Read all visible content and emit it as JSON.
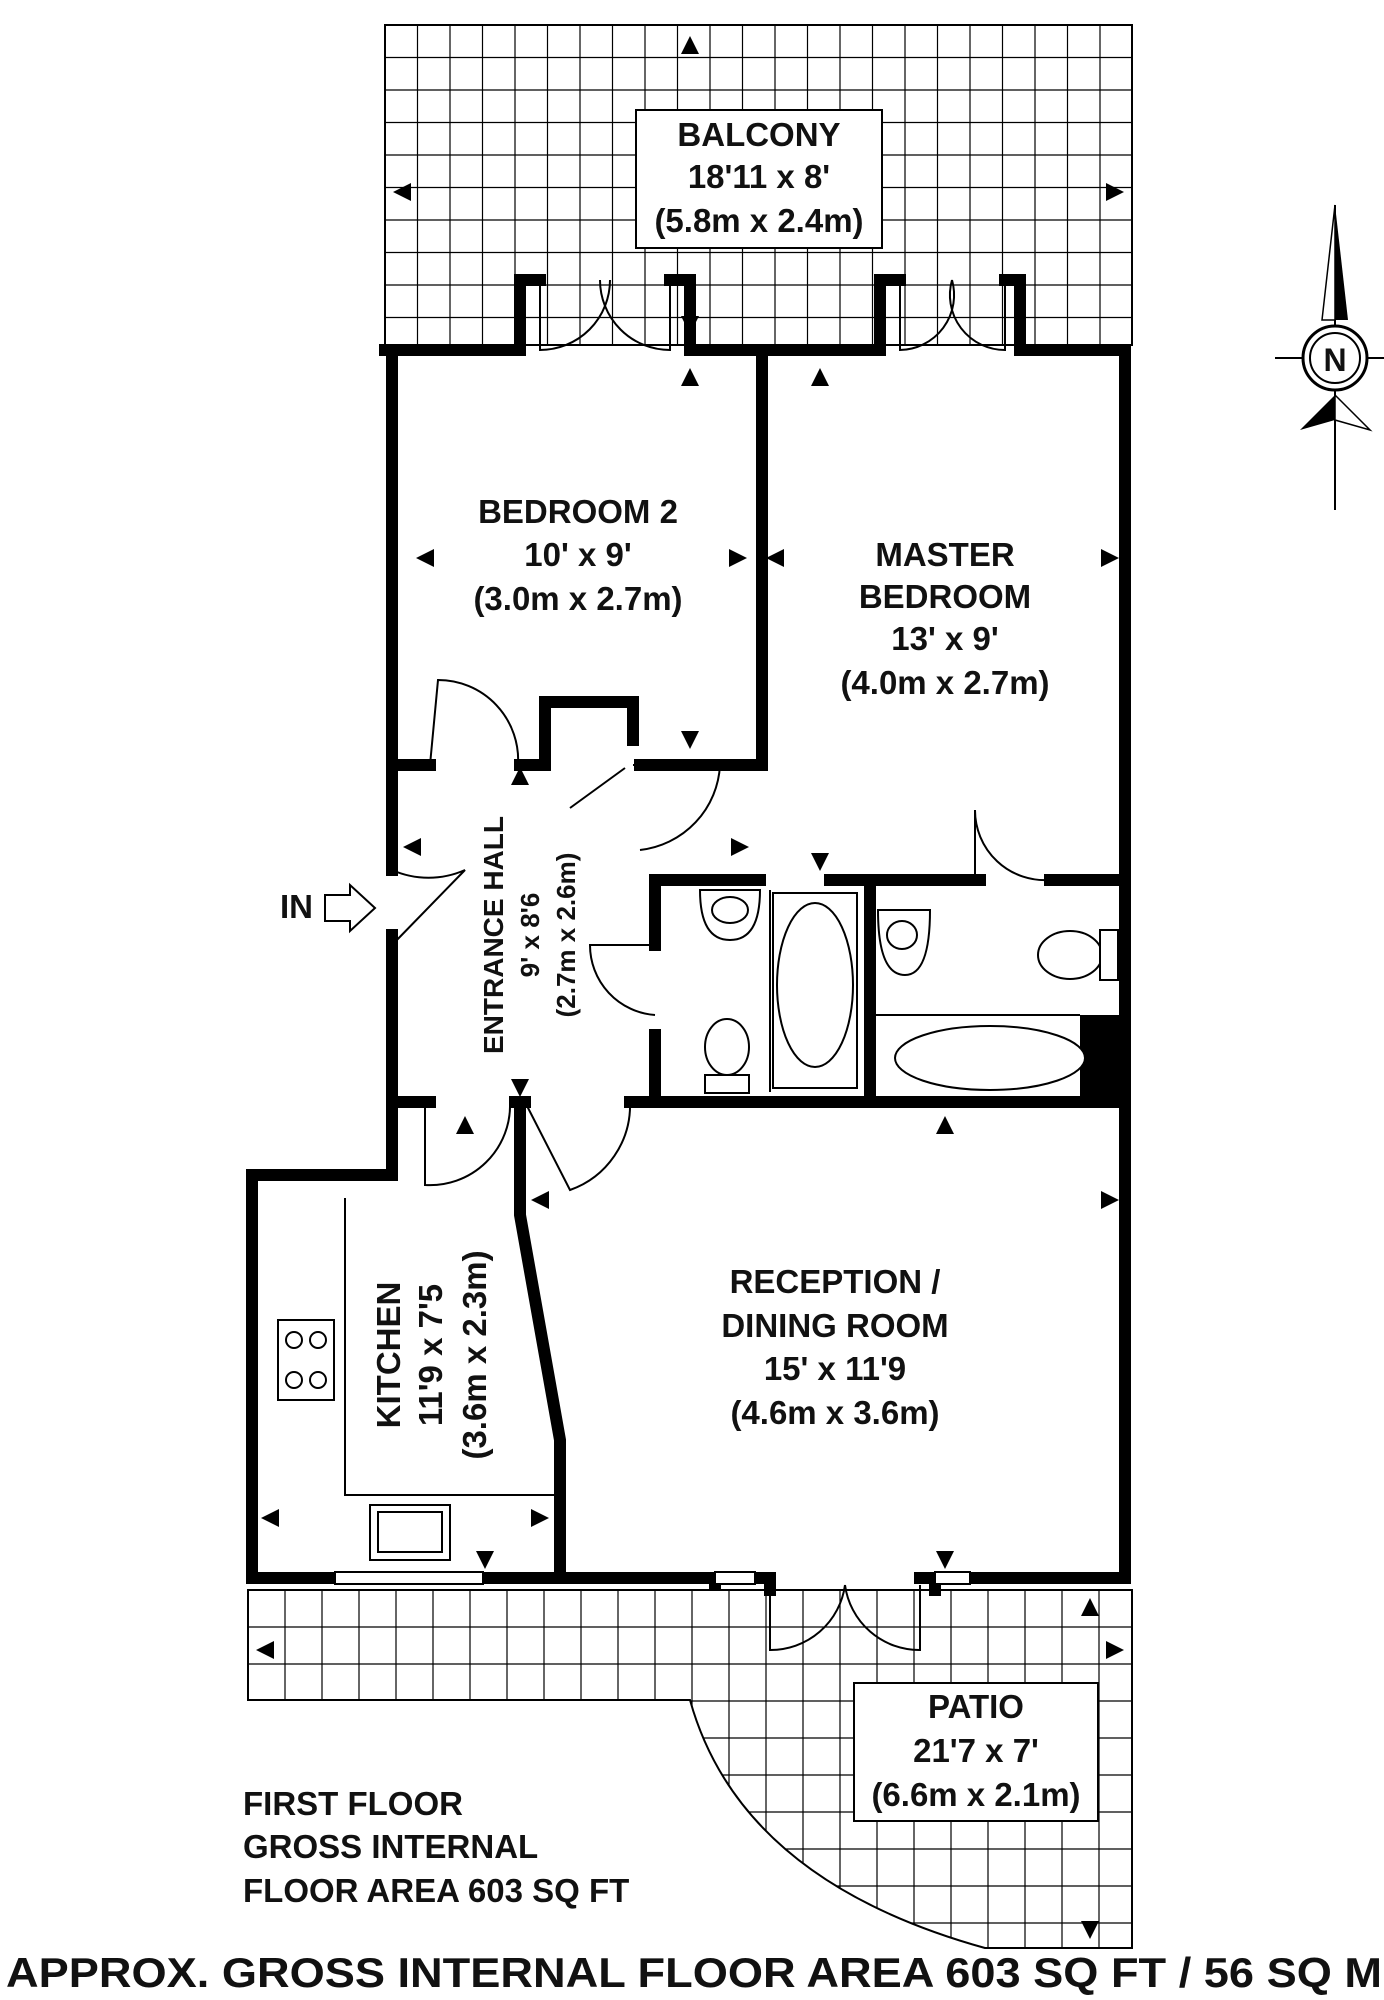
{
  "rooms": {
    "balcony": {
      "name": "BALCONY",
      "imperial": "18'11 x 8'",
      "metric": "(5.8m x 2.4m)"
    },
    "bedroom2": {
      "name": "BEDROOM 2",
      "imperial": "10' x 9'",
      "metric": "(3.0m x 2.7m)"
    },
    "master": {
      "name1": "MASTER",
      "name2": "BEDROOM",
      "imperial": "13' x 9'",
      "metric": "(4.0m x 2.7m)"
    },
    "hall": {
      "name": "ENTRANCE HALL",
      "imperial": "9' x 8'6",
      "metric": "(2.7m x 2.6m)"
    },
    "kitchen": {
      "name": "KITCHEN",
      "imperial": "11'9 x 7'5",
      "metric": "(3.6m x 2.3m)"
    },
    "reception": {
      "name1": "RECEPTION /",
      "name2": "DINING ROOM",
      "imperial": "15' x 11'9",
      "metric": "(4.6m x 3.6m)"
    },
    "patio": {
      "name": "PATIO",
      "imperial": "21'7 x 7'",
      "metric": "(6.6m x 2.1m)"
    }
  },
  "entrance_label": "IN",
  "compass_label": "N",
  "floor_info": {
    "line1": "FIRST FLOOR",
    "line2": "GROSS INTERNAL",
    "line3": "FLOOR AREA 603 SQ FT"
  },
  "footer": "APPROX. GROSS INTERNAL FLOOR AREA 603 SQ FT / 56 SQ M"
}
